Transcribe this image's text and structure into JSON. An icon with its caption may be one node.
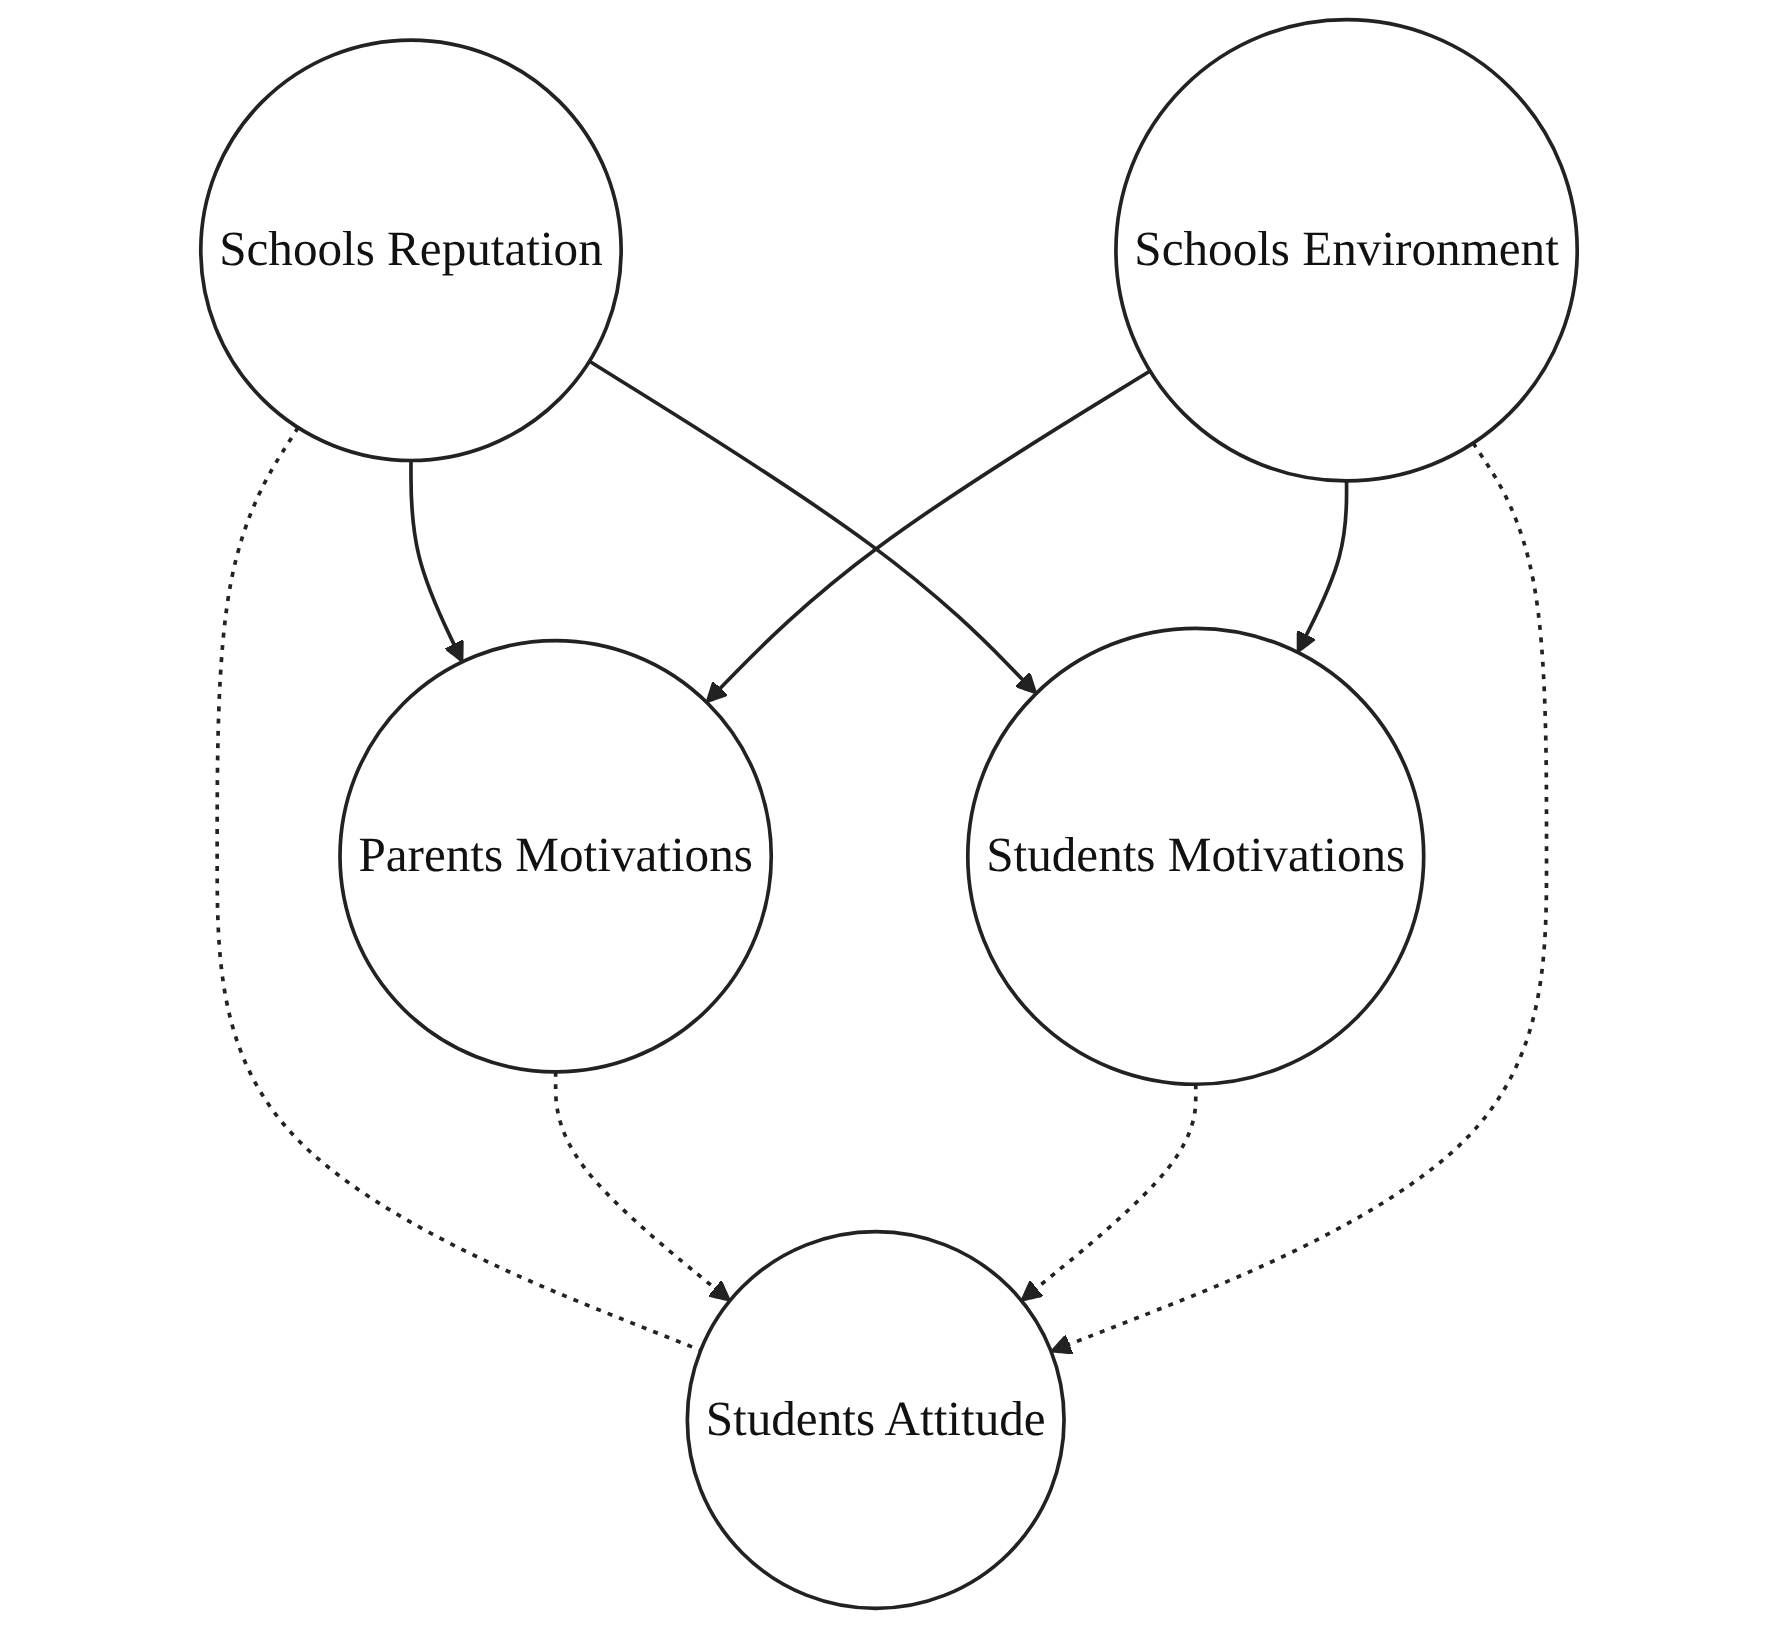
{
  "diagram": {
    "nodes": [
      {
        "text": [
          "Schools Reputation"
        ]
      },
      {
        "text": [
          "Parents Motivations"
        ]
      },
      {
        "text": [
          "Students Attitude"
        ]
      },
      {
        "text": [
          "Students Motivations"
        ]
      },
      {
        "text": [
          "Schools Environment"
        ]
      }
    ],
    "edges": [
      {
        "from": 0,
        "to": 1,
        "arrow": "to"
      },
      {
        "from": 0,
        "to": 3,
        "arrow": "to"
      },
      {
        "from": 0,
        "to": 2,
        "arrow": "none",
        "style": "dashed"
      },
      {
        "from": 1,
        "to": 2,
        "arrow": "to",
        "style": "dashed"
      },
      {
        "from": 3,
        "to": 2,
        "arrow": "to",
        "style": "dashed"
      },
      {
        "from": 4,
        "to": 1,
        "arrow": "to"
      },
      {
        "from": 4,
        "to": 2,
        "arrow": "to",
        "style": "dashed"
      },
      {
        "from": 4,
        "to": 3,
        "arrow": "to"
      }
    ]
  }
}
